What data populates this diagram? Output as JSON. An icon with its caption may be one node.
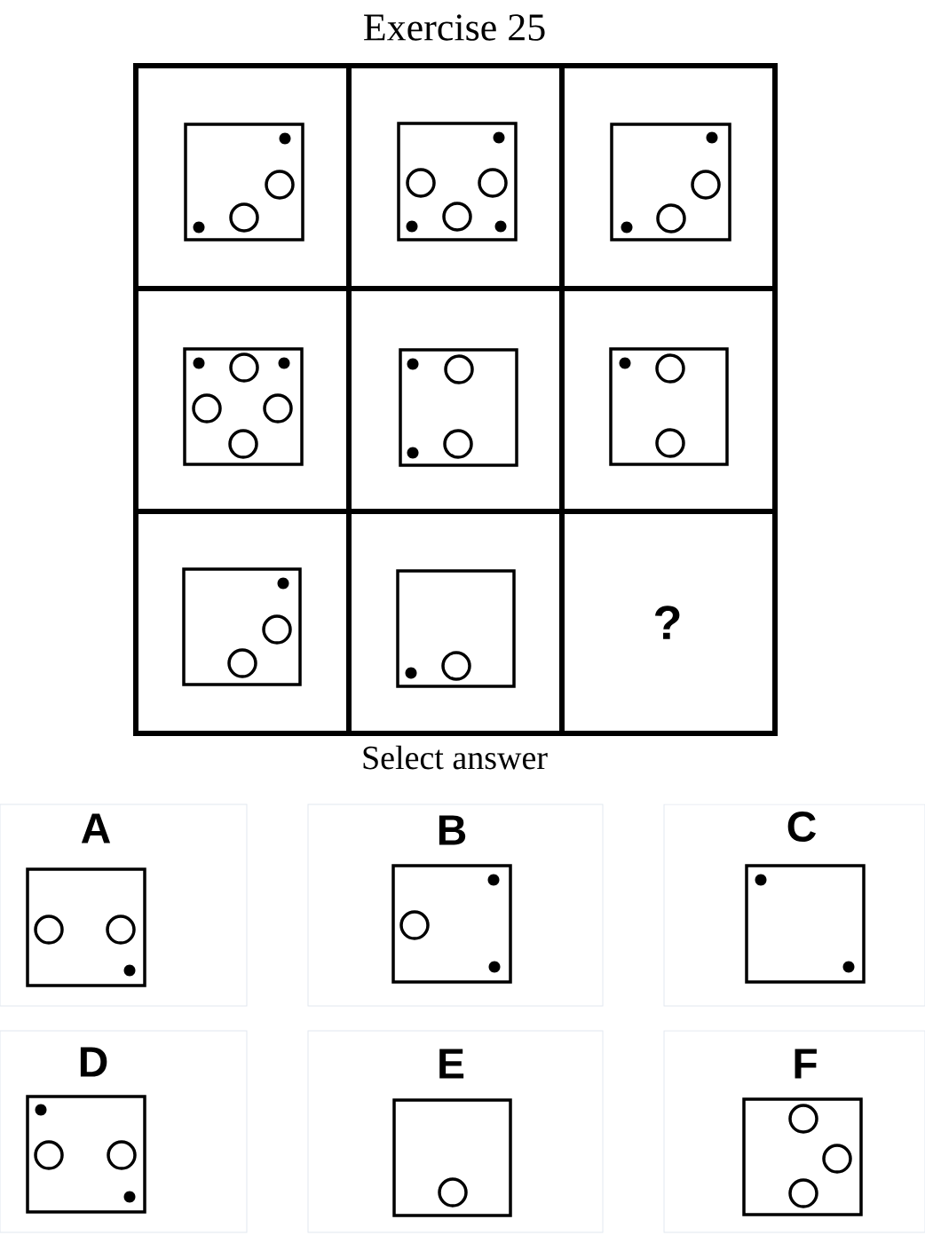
{
  "diagram": {
    "title": "Exercise 25",
    "labels": [
      "?",
      "Select answer",
      "A",
      "B",
      "C",
      "D",
      "E",
      "F"
    ]
  }
}
